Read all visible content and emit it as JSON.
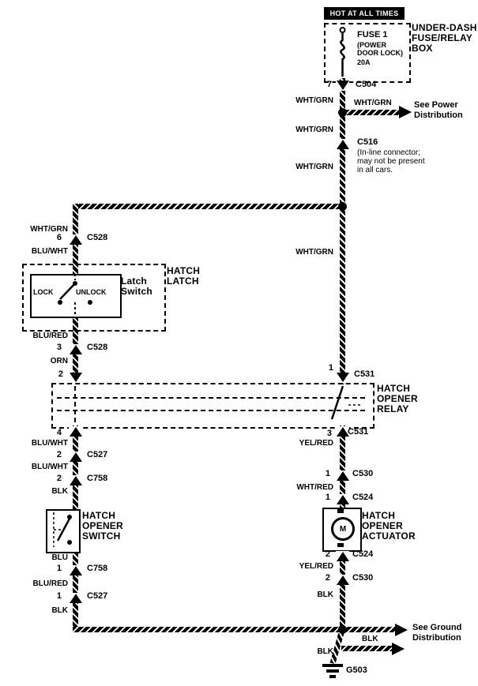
{
  "top": {
    "hot_label": "HOT AT ALL TIMES",
    "fuse": {
      "name": "FUSE 1",
      "detail": [
        "(POWER",
        "DOOR LOCK)"
      ],
      "rating": "20A"
    },
    "fusebox_label": [
      "UNDER-DASH",
      "FUSE/RELAY",
      "BOX"
    ],
    "c504_pin": "7",
    "c504_name": "C504"
  },
  "power": {
    "wire_label_1": "WHT/GRN",
    "branch_label": "WHT/GRN",
    "see": [
      "See Power",
      "Distribution"
    ],
    "wire_label_2": "WHT/GRN",
    "wire_label_3": "WHT/GRN",
    "wire_label_4": "WHT/GRN"
  },
  "c516": {
    "name": "C516",
    "note": [
      "(In-line connector;",
      "may not be present",
      "in all cars."
    ]
  },
  "latch": {
    "wire_top": "WHT/GRN",
    "pin6": "6",
    "c528_top": "C528",
    "wire_in": "BLU/WHT",
    "lock": "LOCK",
    "unlock": "UNLOCK",
    "switch_label": [
      "Latch",
      "Switch"
    ],
    "title": [
      "HATCH",
      "LATCH"
    ],
    "wire_out1": "BLU/RED",
    "pin3": "3",
    "c528_bot": "C528",
    "wire_out2": "ORN"
  },
  "relay": {
    "pin2": "2",
    "pin1": "1",
    "c531_top": "C531",
    "title": [
      "HATCH",
      "OPENER",
      "RELAY"
    ],
    "pin4": "4",
    "pin3": "3",
    "c531_bot": "C531"
  },
  "opener_switch": {
    "wire1": "BLU/WHT",
    "pin2a": "2",
    "c527_top": "C527",
    "wire2": "BLU/WHT",
    "pin2b": "2",
    "c758_top": "C758",
    "wire3": "BLK",
    "title": [
      "HATCH",
      "OPENER",
      "SWITCH"
    ],
    "wire4": "BLU",
    "pin1a": "1",
    "c758_bot": "C758",
    "wire5": "BLU/RED",
    "pin1b": "1",
    "c527_bot": "C527",
    "wire6": "BLK"
  },
  "actuator": {
    "wire1": "YEL/RED",
    "pin1a": "1",
    "c530_top": "C530",
    "wire2": "WHT/RED",
    "pin1b": "1",
    "c524_top": "C524",
    "motor": "M",
    "title": [
      "HATCH",
      "OPENER",
      "ACTUATOR"
    ],
    "pin2a": "2",
    "c524_bot": "C524",
    "wire3": "YEL/RED",
    "pin2b": "2",
    "c530_bot": "C530",
    "wire4": "BLK"
  },
  "ground": {
    "see": [
      "See Ground",
      "Distribution"
    ],
    "blk_left": "BLK",
    "blk_stub": "BLK",
    "name": "G503"
  }
}
